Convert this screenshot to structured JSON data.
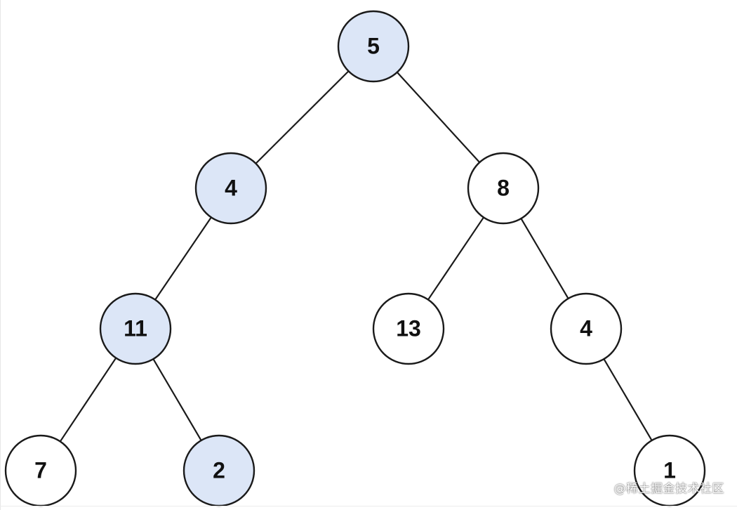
{
  "diagram": {
    "colors": {
      "highlight_fill": "#dce6f7",
      "default_fill": "#ffffff",
      "stroke": "#1a1a1a"
    },
    "nodes": [
      {
        "id": "n5",
        "label": "5",
        "highlighted": true
      },
      {
        "id": "n4a",
        "label": "4",
        "highlighted": true
      },
      {
        "id": "n8",
        "label": "8",
        "highlighted": false
      },
      {
        "id": "n11",
        "label": "11",
        "highlighted": true
      },
      {
        "id": "n13",
        "label": "13",
        "highlighted": false
      },
      {
        "id": "n4b",
        "label": "4",
        "highlighted": false
      },
      {
        "id": "n7",
        "label": "7",
        "highlighted": false
      },
      {
        "id": "n2",
        "label": "2",
        "highlighted": true
      },
      {
        "id": "n1",
        "label": "1",
        "highlighted": false
      }
    ],
    "edges": [
      {
        "from": "n5",
        "to": "n4a"
      },
      {
        "from": "n5",
        "to": "n8"
      },
      {
        "from": "n4a",
        "to": "n11"
      },
      {
        "from": "n8",
        "to": "n13"
      },
      {
        "from": "n8",
        "to": "n4b"
      },
      {
        "from": "n11",
        "to": "n7"
      },
      {
        "from": "n11",
        "to": "n2"
      },
      {
        "from": "n4b",
        "to": "n1"
      }
    ]
  },
  "watermark": {
    "text": "@稀土掘金技术社区"
  }
}
